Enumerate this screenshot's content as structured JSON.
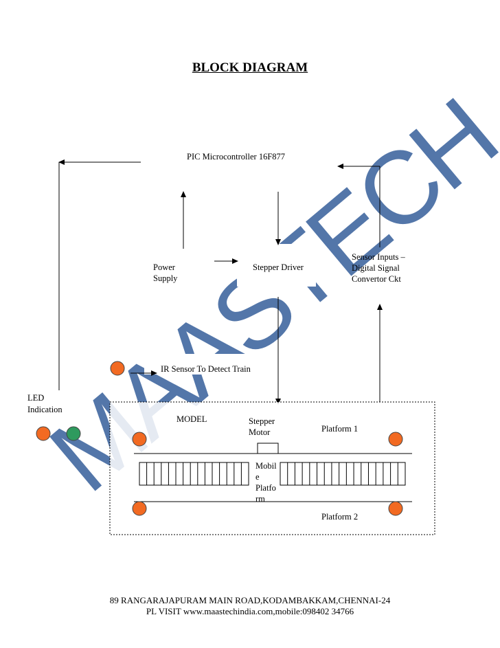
{
  "title": "BLOCK DIAGRAM",
  "watermark": {
    "text": "MAASTECH",
    "color": "#4a6fa5"
  },
  "blocks": {
    "microcontroller": "PIC Microcontroller 16F877",
    "power_supply": [
      "Power",
      "Supply"
    ],
    "stepper_driver": "Stepper Driver",
    "sensor_inputs": [
      "Sensor Inputs –",
      "Digital Signal",
      "Convertor Ckt"
    ],
    "ir_sensor": "IR Sensor To Detect Train",
    "led_indication": [
      "LED",
      "Indication"
    ]
  },
  "model": {
    "label": "MODEL",
    "stepper_motor": [
      "Stepper",
      "Motor"
    ],
    "platform_1": "Platform 1",
    "platform_2": "Platform 2",
    "mobile_platform": [
      "Mobil",
      "e",
      "Platfo",
      "rm"
    ]
  },
  "colors": {
    "sensor_led": "#f26a22",
    "green_led": "#2e9a5e",
    "line": "#000000"
  },
  "footer": {
    "line1": "89 RANGARAJAPURAM MAIN ROAD,KODAMBAKKAM,CHENNAI-24",
    "line2": "PL VISIT www.maastechindia.com,mobile:098402 34766"
  }
}
